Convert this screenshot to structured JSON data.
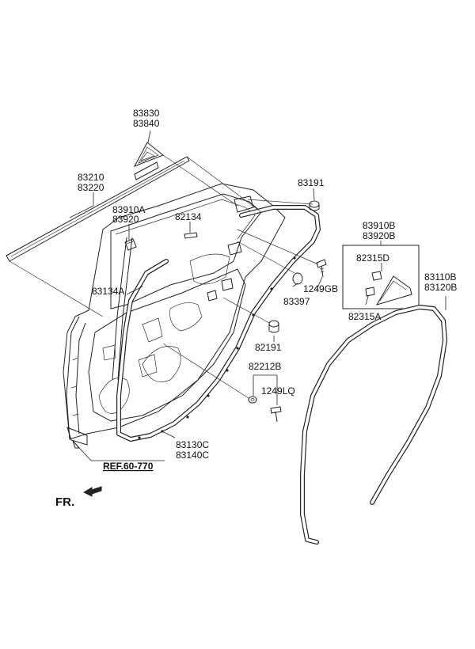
{
  "labels": {
    "p83830": "83830",
    "p83840": "83840",
    "p83210": "83210",
    "p83220": "83220",
    "p83191": "83191",
    "p83910A": "83910A",
    "p83920": "83920",
    "p82134": "82134",
    "p83910B": "83910B",
    "p83920B": "83920B",
    "p82315D": "82315D",
    "p83110B": "83110B",
    "p83120B": "83120B",
    "p1249GB": "1249GB",
    "p83134A": "83134A",
    "p83397": "83397",
    "p82315A": "82315A",
    "p82191": "82191",
    "p82212B": "82212B",
    "p1249LQ": "1249LQ",
    "p83130C": "83130C",
    "p83140C": "83140C"
  },
  "reference": "REF.60-770",
  "direction": "FR."
}
